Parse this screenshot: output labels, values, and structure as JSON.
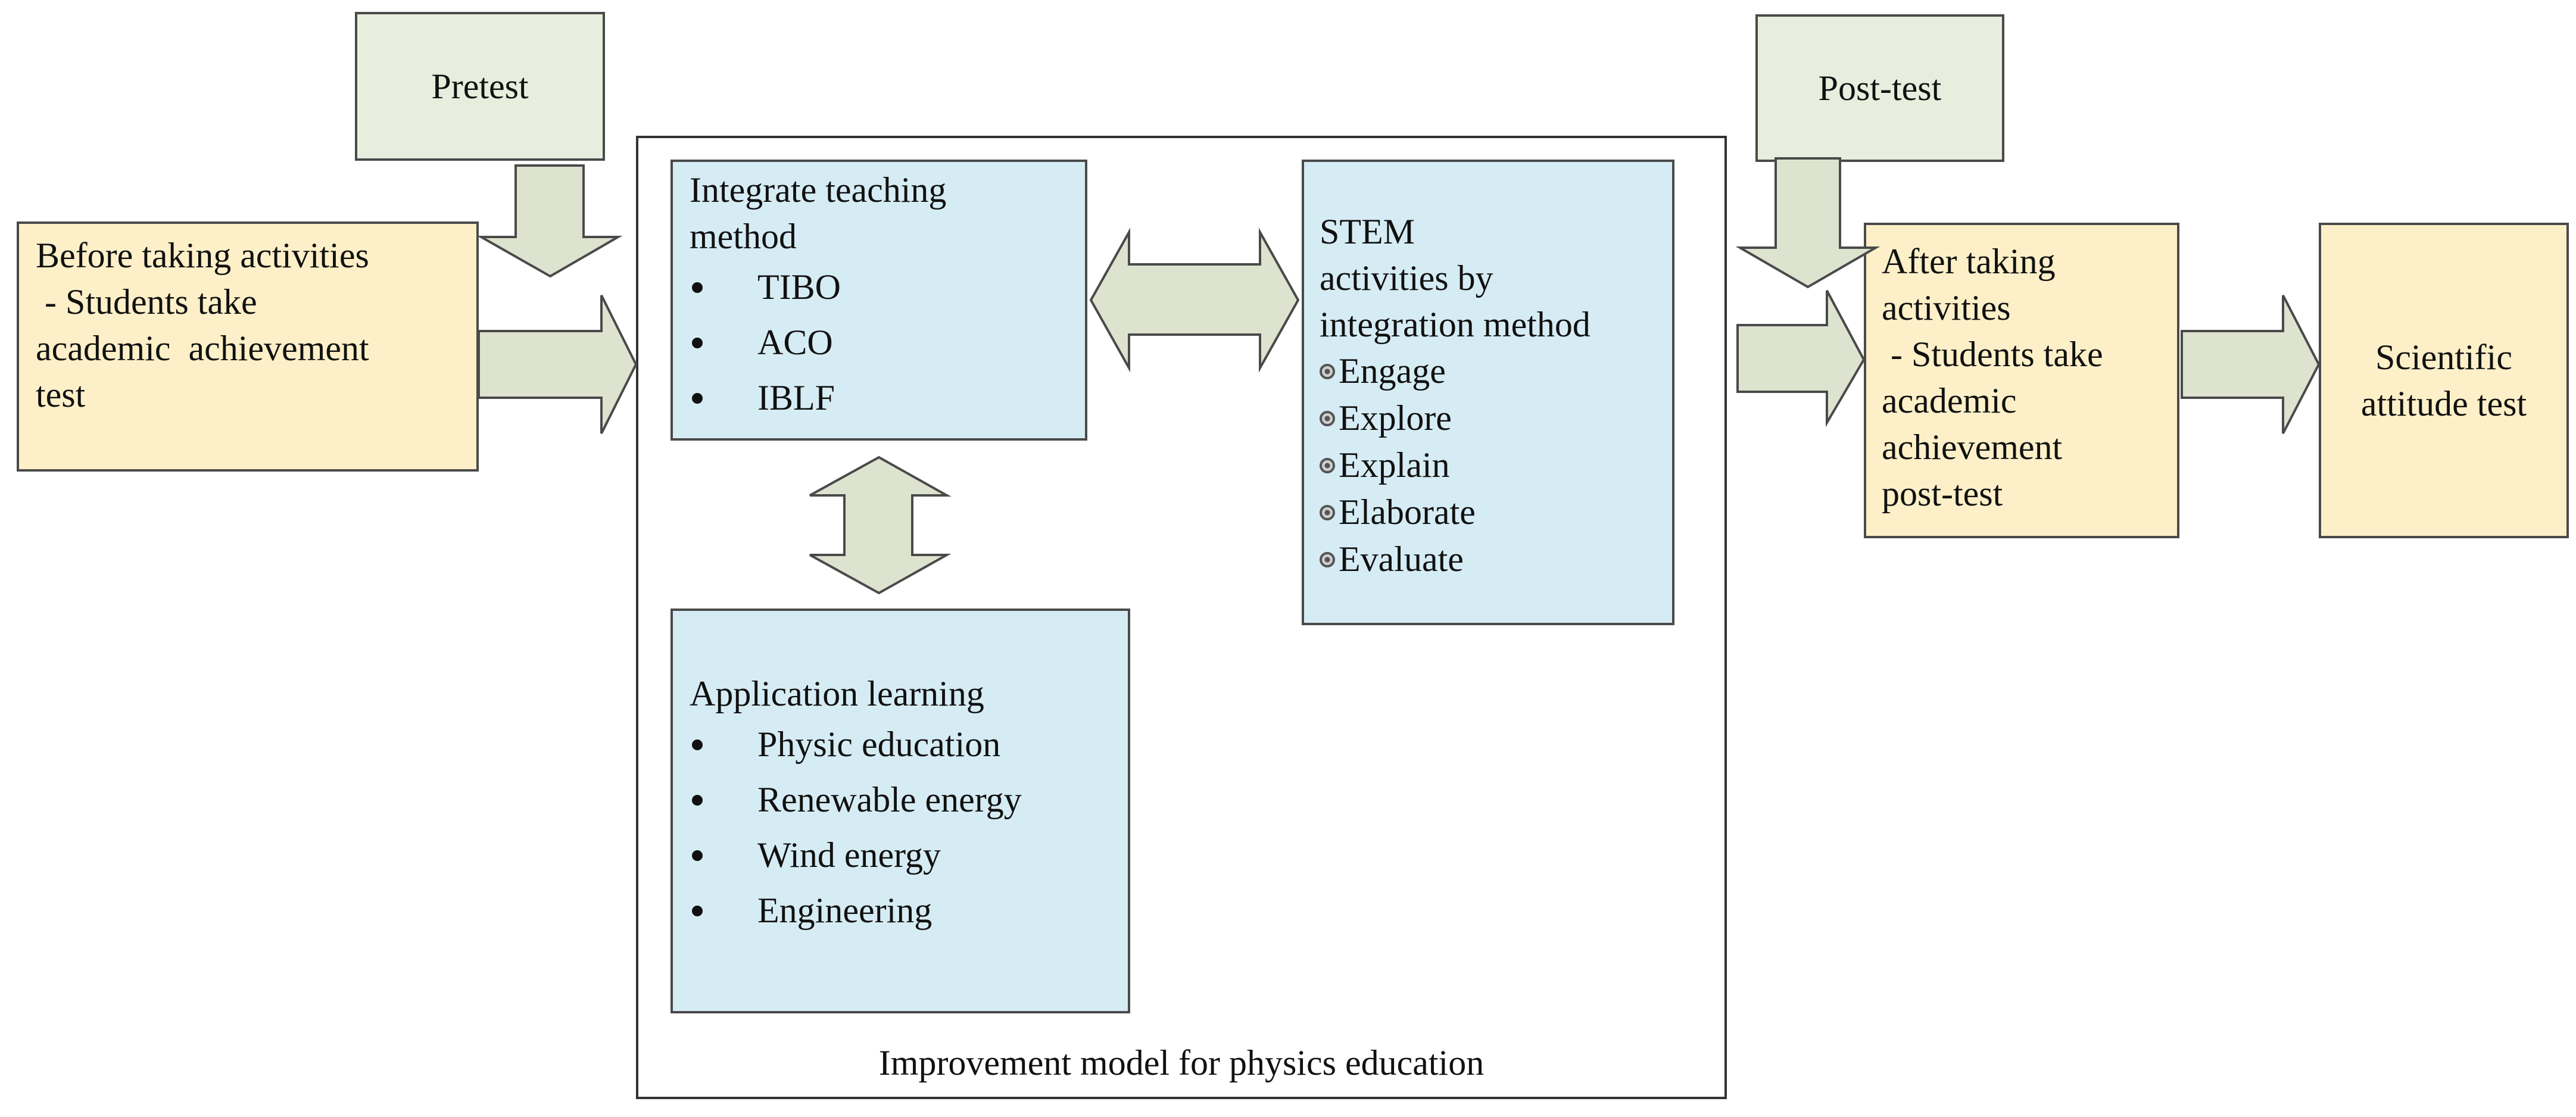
{
  "colors": {
    "green_fill": "#e7eedd",
    "blue_fill": "#d6ecf4",
    "cream_fill": "#fdf0c8",
    "arrow_fill": "#dde3cf",
    "stroke": "#4a4a4a"
  },
  "pretest": {
    "label": "Pretest"
  },
  "posttest": {
    "label": "Post-test"
  },
  "before": {
    "lines": [
      "Before taking activities",
      " - Students take",
      "academic  achievement",
      "test"
    ]
  },
  "model": {
    "caption": "Improvement model for physics education",
    "teaching": {
      "title_lines": [
        "Integrate teaching",
        "method"
      ],
      "items": [
        "TIBO",
        "ACO",
        "IBLF"
      ]
    },
    "stem": {
      "title_lines": [
        "STEM",
        "activities by",
        "integration method"
      ],
      "items": [
        "Engage",
        "Explore",
        "Explain",
        "Elaborate",
        "Evaluate"
      ]
    },
    "application": {
      "title": "Application learning",
      "items": [
        "Physic education",
        "Renewable energy",
        "Wind energy",
        "Engineering"
      ]
    }
  },
  "after": {
    "lines": [
      "After taking",
      "activities",
      " - Students take",
      "academic",
      "achievement",
      "post-test"
    ]
  },
  "scientific": {
    "lines": [
      "Scientific",
      "attitude test"
    ]
  }
}
